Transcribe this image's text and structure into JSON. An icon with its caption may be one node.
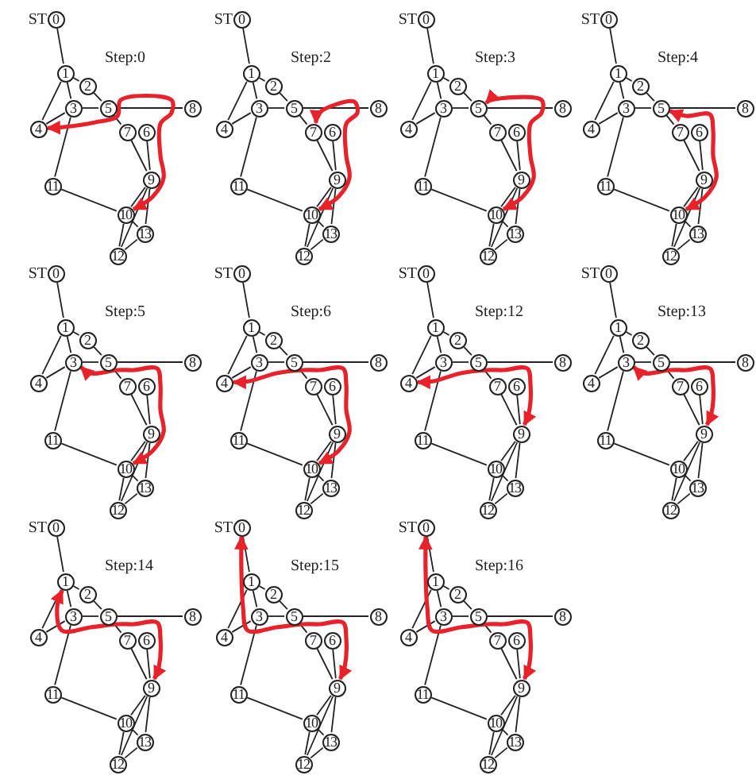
{
  "diagram": {
    "nodes": [
      {
        "text": [
          "0"
        ],
        "beside": [
          "ST"
        ]
      },
      {
        "text": [
          "1"
        ]
      },
      {
        "text": [
          "2"
        ]
      },
      {
        "text": [
          "3"
        ]
      },
      {
        "text": [
          "4"
        ]
      },
      {
        "text": [
          "5"
        ]
      },
      {
        "text": [
          "6"
        ]
      },
      {
        "text": [
          "7"
        ]
      },
      {
        "text": [
          "8"
        ]
      },
      {
        "text": [
          "9"
        ]
      },
      {
        "text": [
          "10"
        ]
      },
      {
        "text": [
          "11"
        ]
      },
      {
        "text": [
          "12"
        ]
      },
      {
        "text": [
          "13"
        ]
      },
      {
        "text": [
          "0"
        ],
        "beside": [
          "ST"
        ]
      },
      {
        "text": [
          "1"
        ]
      },
      {
        "text": [
          "2"
        ]
      },
      {
        "text": [
          "3"
        ]
      },
      {
        "text": [
          "4"
        ]
      },
      {
        "text": [
          "5"
        ]
      },
      {
        "text": [
          "6"
        ]
      },
      {
        "text": [
          "7"
        ]
      },
      {
        "text": [
          "8"
        ]
      },
      {
        "text": [
          "9"
        ]
      },
      {
        "text": [
          "10"
        ]
      },
      {
        "text": [
          "11"
        ]
      },
      {
        "text": [
          "12"
        ]
      },
      {
        "text": [
          "13"
        ]
      },
      {
        "text": [
          "0"
        ],
        "beside": [
          "ST"
        ]
      },
      {
        "text": [
          "1"
        ]
      },
      {
        "text": [
          "2"
        ]
      },
      {
        "text": [
          "3"
        ]
      },
      {
        "text": [
          "4"
        ]
      },
      {
        "text": [
          "5"
        ]
      },
      {
        "text": [
          "6"
        ]
      },
      {
        "text": [
          "7"
        ]
      },
      {
        "text": [
          "8"
        ]
      },
      {
        "text": [
          "9"
        ]
      },
      {
        "text": [
          "10"
        ]
      },
      {
        "text": [
          "11"
        ]
      },
      {
        "text": [
          "12"
        ]
      },
      {
        "text": [
          "13"
        ]
      },
      {
        "text": [
          "0"
        ],
        "beside": [
          "ST"
        ]
      },
      {
        "text": [
          "1"
        ]
      },
      {
        "text": [
          "2"
        ]
      },
      {
        "text": [
          "3"
        ]
      },
      {
        "text": [
          "4"
        ]
      },
      {
        "text": [
          "5"
        ]
      },
      {
        "text": [
          "6"
        ]
      },
      {
        "text": [
          "7"
        ]
      },
      {
        "text": [
          "8"
        ]
      },
      {
        "text": [
          "9"
        ]
      },
      {
        "text": [
          "10"
        ]
      },
      {
        "text": [
          "11"
        ]
      },
      {
        "text": [
          "12"
        ]
      },
      {
        "text": [
          "13"
        ]
      },
      {
        "text": [
          "0"
        ],
        "beside": [
          "ST"
        ]
      },
      {
        "text": [
          "1"
        ]
      },
      {
        "text": [
          "2"
        ]
      },
      {
        "text": [
          "3"
        ]
      },
      {
        "text": [
          "4"
        ]
      },
      {
        "text": [
          "5"
        ]
      },
      {
        "text": [
          "6"
        ]
      },
      {
        "text": [
          "7"
        ]
      },
      {
        "text": [
          "8"
        ]
      },
      {
        "text": [
          "9"
        ]
      },
      {
        "text": [
          "10"
        ]
      },
      {
        "text": [
          "11"
        ]
      },
      {
        "text": [
          "12"
        ]
      },
      {
        "text": [
          "13"
        ]
      },
      {
        "text": [
          "0"
        ],
        "beside": [
          "ST"
        ]
      },
      {
        "text": [
          "1"
        ]
      },
      {
        "text": [
          "2"
        ]
      },
      {
        "text": [
          "3"
        ]
      },
      {
        "text": [
          "4"
        ]
      },
      {
        "text": [
          "5"
        ]
      },
      {
        "text": [
          "6"
        ]
      },
      {
        "text": [
          "7"
        ]
      },
      {
        "text": [
          "8"
        ]
      },
      {
        "text": [
          "9"
        ]
      },
      {
        "text": [
          "10"
        ]
      },
      {
        "text": [
          "11"
        ]
      },
      {
        "text": [
          "12"
        ]
      },
      {
        "text": [
          "13"
        ]
      },
      {
        "text": [
          "0"
        ],
        "beside": [
          "ST"
        ]
      },
      {
        "text": [
          "1"
        ]
      },
      {
        "text": [
          "2"
        ]
      },
      {
        "text": [
          "3"
        ]
      },
      {
        "text": [
          "4"
        ]
      },
      {
        "text": [
          "5"
        ]
      },
      {
        "text": [
          "6"
        ]
      },
      {
        "text": [
          "7"
        ]
      },
      {
        "text": [
          "8"
        ]
      },
      {
        "text": [
          "9"
        ]
      },
      {
        "text": [
          "10"
        ]
      },
      {
        "text": [
          "11"
        ]
      },
      {
        "text": [
          "12"
        ]
      },
      {
        "text": [
          "13"
        ]
      },
      {
        "text": [
          "0"
        ],
        "beside": [
          "ST"
        ]
      },
      {
        "text": [
          "1"
        ]
      },
      {
        "text": [
          "2"
        ]
      },
      {
        "text": [
          "3"
        ]
      },
      {
        "text": [
          "4"
        ]
      },
      {
        "text": [
          "5"
        ]
      },
      {
        "text": [
          "6"
        ]
      },
      {
        "text": [
          "7"
        ]
      },
      {
        "text": [
          "8"
        ]
      },
      {
        "text": [
          "9"
        ]
      },
      {
        "text": [
          "10"
        ]
      },
      {
        "text": [
          "11"
        ]
      },
      {
        "text": [
          "12"
        ]
      },
      {
        "text": [
          "13"
        ]
      },
      {
        "text": [
          "0"
        ],
        "beside": [
          "ST"
        ]
      },
      {
        "text": [
          "1"
        ]
      },
      {
        "text": [
          "2"
        ]
      },
      {
        "text": [
          "3"
        ]
      },
      {
        "text": [
          "4"
        ]
      },
      {
        "text": [
          "5"
        ]
      },
      {
        "text": [
          "6"
        ]
      },
      {
        "text": [
          "7"
        ]
      },
      {
        "text": [
          "8"
        ]
      },
      {
        "text": [
          "9"
        ]
      },
      {
        "text": [
          "10"
        ]
      },
      {
        "text": [
          "11"
        ]
      },
      {
        "text": [
          "12"
        ]
      },
      {
        "text": [
          "13"
        ]
      },
      {
        "text": [
          "0"
        ],
        "beside": [
          "ST"
        ]
      },
      {
        "text": [
          "1"
        ]
      },
      {
        "text": [
          "2"
        ]
      },
      {
        "text": [
          "3"
        ]
      },
      {
        "text": [
          "4"
        ]
      },
      {
        "text": [
          "5"
        ]
      },
      {
        "text": [
          "6"
        ]
      },
      {
        "text": [
          "7"
        ]
      },
      {
        "text": [
          "8"
        ]
      },
      {
        "text": [
          "9"
        ]
      },
      {
        "text": [
          "10"
        ]
      },
      {
        "text": [
          "11"
        ]
      },
      {
        "text": [
          "12"
        ]
      },
      {
        "text": [
          "13"
        ]
      },
      {
        "text": [
          "0"
        ],
        "beside": [
          "ST"
        ]
      },
      {
        "text": [
          "1"
        ]
      },
      {
        "text": [
          "2"
        ]
      },
      {
        "text": [
          "3"
        ]
      },
      {
        "text": [
          "4"
        ]
      },
      {
        "text": [
          "5"
        ]
      },
      {
        "text": [
          "6"
        ]
      },
      {
        "text": [
          "7"
        ]
      },
      {
        "text": [
          "8"
        ]
      },
      {
        "text": [
          "9"
        ]
      },
      {
        "text": [
          "10"
        ]
      },
      {
        "text": [
          "11"
        ]
      },
      {
        "text": [
          "12"
        ]
      },
      {
        "text": [
          "13"
        ]
      }
    ],
    "edges": [
      {
        "from": 0,
        "to": 1,
        "arrow": "none"
      },
      {
        "from": 1,
        "to": 2,
        "arrow": "none"
      },
      {
        "from": 1,
        "to": 3,
        "arrow": "none"
      },
      {
        "from": 1,
        "to": 4,
        "arrow": "none"
      },
      {
        "from": 3,
        "to": 4,
        "arrow": "none"
      },
      {
        "from": 2,
        "to": 5,
        "arrow": "none"
      },
      {
        "from": 3,
        "to": 5,
        "arrow": "none"
      },
      {
        "from": 5,
        "to": 8,
        "arrow": "none"
      },
      {
        "from": 5,
        "to": 7,
        "arrow": "none"
      },
      {
        "from": 3,
        "to": 11,
        "arrow": "none"
      },
      {
        "from": 11,
        "to": 10,
        "arrow": "none"
      },
      {
        "from": 7,
        "to": 9,
        "arrow": "none"
      },
      {
        "from": 6,
        "to": 9,
        "arrow": "none"
      },
      {
        "from": 9,
        "to": 10,
        "arrow": "none"
      },
      {
        "from": 9,
        "to": 12,
        "arrow": "none"
      },
      {
        "from": 9,
        "to": 13,
        "arrow": "none"
      },
      {
        "from": 10,
        "to": 12,
        "arrow": "none"
      },
      {
        "from": 10,
        "to": 13,
        "arrow": "none"
      },
      {
        "from": 12,
        "to": 13,
        "arrow": "none"
      },
      {
        "from": 14,
        "to": 15,
        "arrow": "none"
      },
      {
        "from": 15,
        "to": 16,
        "arrow": "none"
      },
      {
        "from": 15,
        "to": 17,
        "arrow": "none"
      },
      {
        "from": 15,
        "to": 18,
        "arrow": "none"
      },
      {
        "from": 17,
        "to": 18,
        "arrow": "none"
      },
      {
        "from": 16,
        "to": 19,
        "arrow": "none"
      },
      {
        "from": 17,
        "to": 19,
        "arrow": "none"
      },
      {
        "from": 19,
        "to": 22,
        "arrow": "none"
      },
      {
        "from": 19,
        "to": 21,
        "arrow": "none"
      },
      {
        "from": 17,
        "to": 25,
        "arrow": "none"
      },
      {
        "from": 25,
        "to": 24,
        "arrow": "none"
      },
      {
        "from": 21,
        "to": 23,
        "arrow": "none"
      },
      {
        "from": 20,
        "to": 23,
        "arrow": "none"
      },
      {
        "from": 23,
        "to": 24,
        "arrow": "none"
      },
      {
        "from": 23,
        "to": 26,
        "arrow": "none"
      },
      {
        "from": 23,
        "to": 27,
        "arrow": "none"
      },
      {
        "from": 24,
        "to": 26,
        "arrow": "none"
      },
      {
        "from": 24,
        "to": 27,
        "arrow": "none"
      },
      {
        "from": 26,
        "to": 27,
        "arrow": "none"
      },
      {
        "from": 28,
        "to": 29,
        "arrow": "none"
      },
      {
        "from": 29,
        "to": 30,
        "arrow": "none"
      },
      {
        "from": 29,
        "to": 31,
        "arrow": "none"
      },
      {
        "from": 29,
        "to": 32,
        "arrow": "none"
      },
      {
        "from": 31,
        "to": 32,
        "arrow": "none"
      },
      {
        "from": 30,
        "to": 33,
        "arrow": "none"
      },
      {
        "from": 31,
        "to": 33,
        "arrow": "none"
      },
      {
        "from": 33,
        "to": 36,
        "arrow": "none"
      },
      {
        "from": 33,
        "to": 35,
        "arrow": "none"
      },
      {
        "from": 31,
        "to": 39,
        "arrow": "none"
      },
      {
        "from": 39,
        "to": 38,
        "arrow": "none"
      },
      {
        "from": 35,
        "to": 37,
        "arrow": "none"
      },
      {
        "from": 34,
        "to": 37,
        "arrow": "none"
      },
      {
        "from": 37,
        "to": 38,
        "arrow": "none"
      },
      {
        "from": 37,
        "to": 40,
        "arrow": "none"
      },
      {
        "from": 37,
        "to": 41,
        "arrow": "none"
      },
      {
        "from": 38,
        "to": 40,
        "arrow": "none"
      },
      {
        "from": 38,
        "to": 41,
        "arrow": "none"
      },
      {
        "from": 40,
        "to": 41,
        "arrow": "none"
      },
      {
        "from": 42,
        "to": 43,
        "arrow": "none"
      },
      {
        "from": 43,
        "to": 44,
        "arrow": "none"
      },
      {
        "from": 43,
        "to": 45,
        "arrow": "none"
      },
      {
        "from": 43,
        "to": 46,
        "arrow": "none"
      },
      {
        "from": 45,
        "to": 46,
        "arrow": "none"
      },
      {
        "from": 44,
        "to": 47,
        "arrow": "none"
      },
      {
        "from": 45,
        "to": 47,
        "arrow": "none"
      },
      {
        "from": 47,
        "to": 50,
        "arrow": "none"
      },
      {
        "from": 47,
        "to": 49,
        "arrow": "none"
      },
      {
        "from": 45,
        "to": 53,
        "arrow": "none"
      },
      {
        "from": 53,
        "to": 52,
        "arrow": "none"
      },
      {
        "from": 49,
        "to": 51,
        "arrow": "none"
      },
      {
        "from": 48,
        "to": 51,
        "arrow": "none"
      },
      {
        "from": 51,
        "to": 52,
        "arrow": "none"
      },
      {
        "from": 51,
        "to": 54,
        "arrow": "none"
      },
      {
        "from": 51,
        "to": 55,
        "arrow": "none"
      },
      {
        "from": 52,
        "to": 54,
        "arrow": "none"
      },
      {
        "from": 52,
        "to": 55,
        "arrow": "none"
      },
      {
        "from": 54,
        "to": 55,
        "arrow": "none"
      },
      {
        "from": 56,
        "to": 57,
        "arrow": "none"
      },
      {
        "from": 57,
        "to": 58,
        "arrow": "none"
      },
      {
        "from": 57,
        "to": 59,
        "arrow": "none"
      },
      {
        "from": 57,
        "to": 60,
        "arrow": "none"
      },
      {
        "from": 59,
        "to": 60,
        "arrow": "none"
      },
      {
        "from": 58,
        "to": 61,
        "arrow": "none"
      },
      {
        "from": 59,
        "to": 61,
        "arrow": "none"
      },
      {
        "from": 61,
        "to": 64,
        "arrow": "none"
      },
      {
        "from": 61,
        "to": 63,
        "arrow": "none"
      },
      {
        "from": 59,
        "to": 67,
        "arrow": "none"
      },
      {
        "from": 67,
        "to": 66,
        "arrow": "none"
      },
      {
        "from": 63,
        "to": 65,
        "arrow": "none"
      },
      {
        "from": 62,
        "to": 65,
        "arrow": "none"
      },
      {
        "from": 65,
        "to": 66,
        "arrow": "none"
      },
      {
        "from": 65,
        "to": 68,
        "arrow": "none"
      },
      {
        "from": 65,
        "to": 69,
        "arrow": "none"
      },
      {
        "from": 66,
        "to": 68,
        "arrow": "none"
      },
      {
        "from": 66,
        "to": 69,
        "arrow": "none"
      },
      {
        "from": 68,
        "to": 69,
        "arrow": "none"
      },
      {
        "from": 70,
        "to": 71,
        "arrow": "none"
      },
      {
        "from": 71,
        "to": 72,
        "arrow": "none"
      },
      {
        "from": 71,
        "to": 73,
        "arrow": "none"
      },
      {
        "from": 71,
        "to": 74,
        "arrow": "none"
      },
      {
        "from": 73,
        "to": 74,
        "arrow": "none"
      },
      {
        "from": 72,
        "to": 75,
        "arrow": "none"
      },
      {
        "from": 73,
        "to": 75,
        "arrow": "none"
      },
      {
        "from": 75,
        "to": 78,
        "arrow": "none"
      },
      {
        "from": 75,
        "to": 77,
        "arrow": "none"
      },
      {
        "from": 73,
        "to": 81,
        "arrow": "none"
      },
      {
        "from": 81,
        "to": 80,
        "arrow": "none"
      },
      {
        "from": 77,
        "to": 79,
        "arrow": "none"
      },
      {
        "from": 76,
        "to": 79,
        "arrow": "none"
      },
      {
        "from": 79,
        "to": 80,
        "arrow": "none"
      },
      {
        "from": 79,
        "to": 82,
        "arrow": "none"
      },
      {
        "from": 79,
        "to": 83,
        "arrow": "none"
      },
      {
        "from": 80,
        "to": 82,
        "arrow": "none"
      },
      {
        "from": 80,
        "to": 83,
        "arrow": "none"
      },
      {
        "from": 82,
        "to": 83,
        "arrow": "none"
      },
      {
        "from": 84,
        "to": 85,
        "arrow": "none"
      },
      {
        "from": 85,
        "to": 86,
        "arrow": "none"
      },
      {
        "from": 85,
        "to": 87,
        "arrow": "none"
      },
      {
        "from": 85,
        "to": 88,
        "arrow": "none"
      },
      {
        "from": 87,
        "to": 88,
        "arrow": "none"
      },
      {
        "from": 86,
        "to": 89,
        "arrow": "none"
      },
      {
        "from": 87,
        "to": 89,
        "arrow": "none"
      },
      {
        "from": 89,
        "to": 92,
        "arrow": "none"
      },
      {
        "from": 89,
        "to": 91,
        "arrow": "none"
      },
      {
        "from": 87,
        "to": 95,
        "arrow": "none"
      },
      {
        "from": 95,
        "to": 94,
        "arrow": "none"
      },
      {
        "from": 91,
        "to": 93,
        "arrow": "none"
      },
      {
        "from": 90,
        "to": 93,
        "arrow": "none"
      },
      {
        "from": 93,
        "to": 94,
        "arrow": "none"
      },
      {
        "from": 93,
        "to": 96,
        "arrow": "none"
      },
      {
        "from": 93,
        "to": 97,
        "arrow": "none"
      },
      {
        "from": 94,
        "to": 96,
        "arrow": "none"
      },
      {
        "from": 94,
        "to": 97,
        "arrow": "none"
      },
      {
        "from": 96,
        "to": 97,
        "arrow": "none"
      },
      {
        "from": 98,
        "to": 99,
        "arrow": "none"
      },
      {
        "from": 99,
        "to": 100,
        "arrow": "none"
      },
      {
        "from": 99,
        "to": 101,
        "arrow": "none"
      },
      {
        "from": 99,
        "to": 102,
        "arrow": "none"
      },
      {
        "from": 101,
        "to": 102,
        "arrow": "none"
      },
      {
        "from": 100,
        "to": 103,
        "arrow": "none"
      },
      {
        "from": 101,
        "to": 103,
        "arrow": "none"
      },
      {
        "from": 103,
        "to": 106,
        "arrow": "none"
      },
      {
        "from": 103,
        "to": 105,
        "arrow": "none"
      },
      {
        "from": 101,
        "to": 109,
        "arrow": "none"
      },
      {
        "from": 109,
        "to": 108,
        "arrow": "none"
      },
      {
        "from": 105,
        "to": 107,
        "arrow": "none"
      },
      {
        "from": 104,
        "to": 107,
        "arrow": "none"
      },
      {
        "from": 107,
        "to": 108,
        "arrow": "none"
      },
      {
        "from": 107,
        "to": 110,
        "arrow": "none"
      },
      {
        "from": 107,
        "to": 111,
        "arrow": "none"
      },
      {
        "from": 108,
        "to": 110,
        "arrow": "none"
      },
      {
        "from": 108,
        "to": 111,
        "arrow": "none"
      },
      {
        "from": 110,
        "to": 111,
        "arrow": "none"
      },
      {
        "from": 112,
        "to": 113,
        "arrow": "none"
      },
      {
        "from": 113,
        "to": 114,
        "arrow": "none"
      },
      {
        "from": 113,
        "to": 115,
        "arrow": "none"
      },
      {
        "from": 113,
        "to": 116,
        "arrow": "none"
      },
      {
        "from": 115,
        "to": 116,
        "arrow": "none"
      },
      {
        "from": 114,
        "to": 117,
        "arrow": "none"
      },
      {
        "from": 115,
        "to": 117,
        "arrow": "none"
      },
      {
        "from": 117,
        "to": 120,
        "arrow": "none"
      },
      {
        "from": 117,
        "to": 119,
        "arrow": "none"
      },
      {
        "from": 115,
        "to": 123,
        "arrow": "none"
      },
      {
        "from": 123,
        "to": 122,
        "arrow": "none"
      },
      {
        "from": 119,
        "to": 121,
        "arrow": "none"
      },
      {
        "from": 118,
        "to": 121,
        "arrow": "none"
      },
      {
        "from": 121,
        "to": 122,
        "arrow": "none"
      },
      {
        "from": 121,
        "to": 124,
        "arrow": "none"
      },
      {
        "from": 121,
        "to": 125,
        "arrow": "none"
      },
      {
        "from": 122,
        "to": 124,
        "arrow": "none"
      },
      {
        "from": 122,
        "to": 125,
        "arrow": "none"
      },
      {
        "from": 124,
        "to": 125,
        "arrow": "none"
      },
      {
        "from": 126,
        "to": 127,
        "arrow": "none"
      },
      {
        "from": 127,
        "to": 128,
        "arrow": "none"
      },
      {
        "from": 127,
        "to": 129,
        "arrow": "none"
      },
      {
        "from": 127,
        "to": 130,
        "arrow": "none"
      },
      {
        "from": 129,
        "to": 130,
        "arrow": "none"
      },
      {
        "from": 128,
        "to": 131,
        "arrow": "none"
      },
      {
        "from": 129,
        "to": 131,
        "arrow": "none"
      },
      {
        "from": 131,
        "to": 134,
        "arrow": "none"
      },
      {
        "from": 131,
        "to": 133,
        "arrow": "none"
      },
      {
        "from": 129,
        "to": 137,
        "arrow": "none"
      },
      {
        "from": 137,
        "to": 136,
        "arrow": "none"
      },
      {
        "from": 133,
        "to": 135,
        "arrow": "none"
      },
      {
        "from": 132,
        "to": 135,
        "arrow": "none"
      },
      {
        "from": 135,
        "to": 136,
        "arrow": "none"
      },
      {
        "from": 135,
        "to": 138,
        "arrow": "none"
      },
      {
        "from": 135,
        "to": 139,
        "arrow": "none"
      },
      {
        "from": 136,
        "to": 138,
        "arrow": "none"
      },
      {
        "from": 136,
        "to": 139,
        "arrow": "none"
      },
      {
        "from": 138,
        "to": 139,
        "arrow": "none"
      },
      {
        "from": 140,
        "to": 141,
        "arrow": "none"
      },
      {
        "from": 141,
        "to": 142,
        "arrow": "none"
      },
      {
        "from": 141,
        "to": 143,
        "arrow": "none"
      },
      {
        "from": 141,
        "to": 144,
        "arrow": "none"
      },
      {
        "from": 143,
        "to": 144,
        "arrow": "none"
      },
      {
        "from": 142,
        "to": 145,
        "arrow": "none"
      },
      {
        "from": 143,
        "to": 145,
        "arrow": "none"
      },
      {
        "from": 145,
        "to": 148,
        "arrow": "none"
      },
      {
        "from": 145,
        "to": 147,
        "arrow": "none"
      },
      {
        "from": 143,
        "to": 151,
        "arrow": "none"
      },
      {
        "from": 151,
        "to": 150,
        "arrow": "none"
      },
      {
        "from": 147,
        "to": 149,
        "arrow": "none"
      },
      {
        "from": 146,
        "to": 149,
        "arrow": "none"
      },
      {
        "from": 149,
        "to": 150,
        "arrow": "none"
      },
      {
        "from": 149,
        "to": 152,
        "arrow": "none"
      },
      {
        "from": 149,
        "to": 153,
        "arrow": "none"
      },
      {
        "from": 150,
        "to": 152,
        "arrow": "none"
      },
      {
        "from": 150,
        "to": 153,
        "arrow": "none"
      },
      {
        "from": 152,
        "to": 153,
        "arrow": "none"
      },
      {
        "from": 4,
        "to": 10,
        "arrow": "both",
        "style": "thick",
        "color": "#e8222a"
      },
      {
        "from": 21,
        "to": 24,
        "arrow": "both",
        "style": "thick",
        "color": "#e8222a"
      },
      {
        "from": 33,
        "to": 38,
        "arrow": "both",
        "style": "thick",
        "color": "#e8222a"
      },
      {
        "from": 47,
        "to": 52,
        "arrow": "both",
        "style": "thick",
        "color": "#e8222a"
      },
      {
        "from": 59,
        "to": 66,
        "arrow": "both",
        "style": "thick",
        "color": "#e8222a"
      },
      {
        "from": 74,
        "to": 80,
        "arrow": "both",
        "style": "thick",
        "color": "#e8222a"
      },
      {
        "from": 88,
        "to": 93,
        "arrow": "both",
        "style": "thick",
        "color": "#e8222a"
      },
      {
        "from": 101,
        "to": 107,
        "arrow": "both",
        "style": "thick",
        "color": "#e8222a"
      },
      {
        "from": 113,
        "to": 121,
        "arrow": "both",
        "style": "thick",
        "color": "#e8222a"
      },
      {
        "from": 126,
        "to": 135,
        "arrow": "both",
        "style": "thick",
        "color": "#e8222a"
      },
      {
        "from": 140,
        "to": 149,
        "arrow": "both",
        "style": "thick",
        "color": "#e8222a"
      }
    ],
    "labels": [
      "Step:0",
      "Step:2",
      "Step:3",
      "Step:4",
      "Step:5",
      "Step:6",
      "Step:12",
      "Step:13",
      "Step:14",
      "Step:15",
      "Step:16"
    ]
  }
}
